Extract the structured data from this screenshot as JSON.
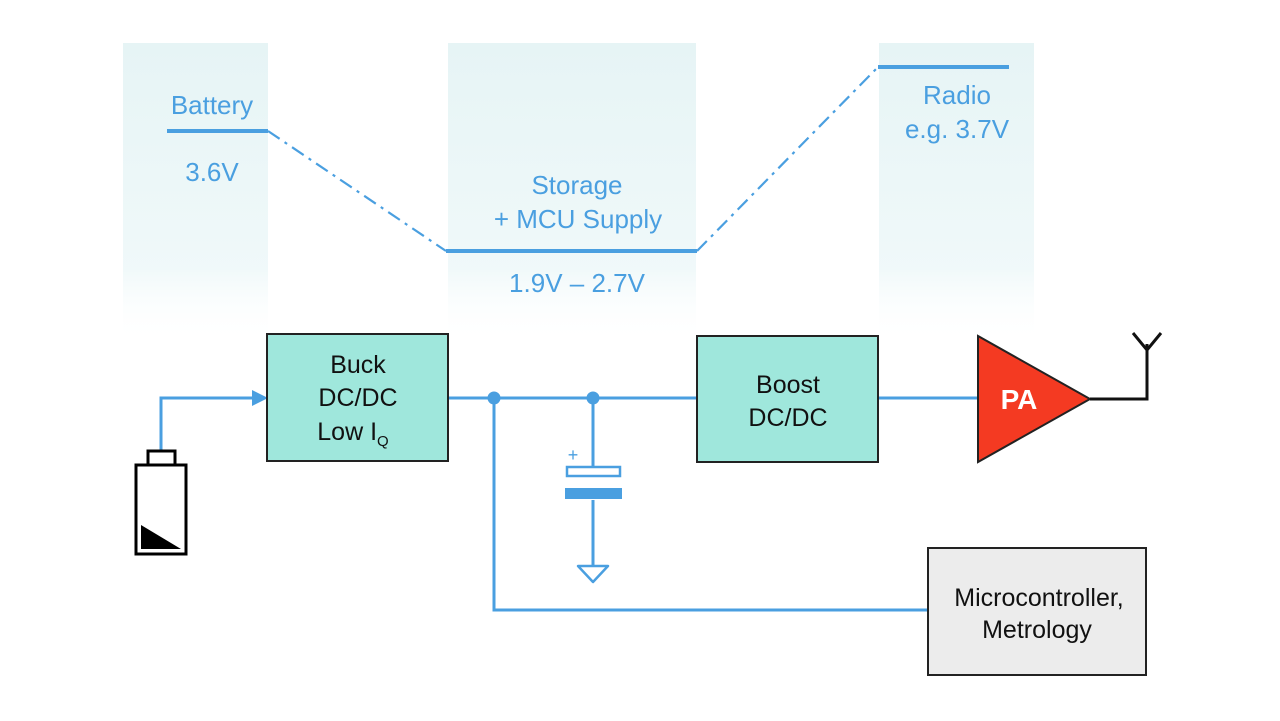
{
  "levels": {
    "battery": {
      "name": "Battery",
      "voltage": "3.6V"
    },
    "storage": {
      "name_line1": "Storage",
      "name_line2": "+ MCU Supply",
      "voltage": "1.9V – 2.7V"
    },
    "radio": {
      "name": "Radio",
      "voltage": "e.g. 3.7V"
    }
  },
  "blocks": {
    "buck": {
      "line1": "Buck",
      "line2": "DC/DC",
      "line3": "Low I",
      "line3_sub": "Q"
    },
    "boost": {
      "line1": "Boost",
      "line2": "DC/DC"
    },
    "pa": {
      "label": "PA"
    },
    "mcu": {
      "line1": "Microcontroller,",
      "line2": "Metrology"
    }
  },
  "capacitor": {
    "polarity": "+"
  },
  "colors": {
    "wire": "#4a9fe0",
    "band": "#eaf5f7",
    "converter_fill": "#9fe7dc",
    "pa_fill": "#f43a22",
    "mcu_fill": "#ececec"
  },
  "icons": [
    "battery-icon",
    "capacitor-icon",
    "ground-icon",
    "antenna-icon"
  ]
}
